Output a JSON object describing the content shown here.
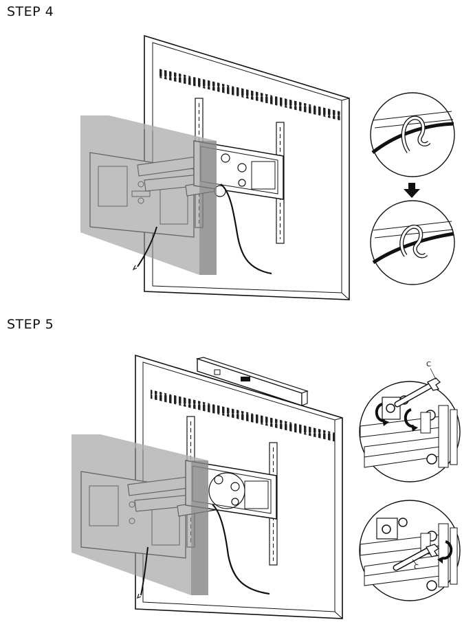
{
  "steps": [
    {
      "title": "STEP 4"
    },
    {
      "title": "STEP 5"
    }
  ],
  "callouts": {
    "tool_label_top": "C",
    "tool_label_bottom": "C"
  },
  "colors": {
    "line": "#111111",
    "wall": "#9a9a9a",
    "wall_dark": "#7d7d7d",
    "accent": "#000000"
  }
}
